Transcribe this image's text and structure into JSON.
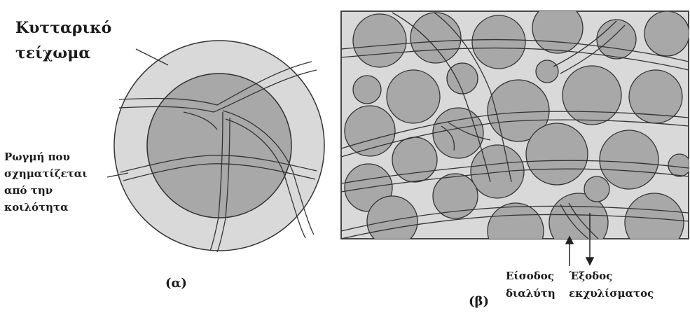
{
  "panel_a": {
    "wall_label": [
      "Κυτταρικό",
      "τείχωμα"
    ],
    "crack_label": [
      "Ρωγμή που",
      "σχηματίζεται",
      "από την",
      "κοιλότητα"
    ],
    "caption": "(α)"
  },
  "panel_b": {
    "inlet_label": [
      "Είσοδος",
      "διαλύτη"
    ],
    "outlet_label": [
      "Έξοδος",
      "εκχυλίσματος"
    ],
    "caption": "(β)"
  },
  "colors": {
    "cell_fill": "#a8a8a8",
    "wall_fill": "#d9d9d9",
    "outline": "#333333",
    "crack": "#555555"
  }
}
